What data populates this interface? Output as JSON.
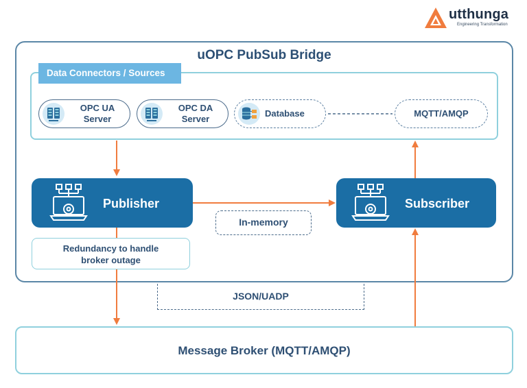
{
  "logo": {
    "word": "utthunga",
    "tagline": "Engineering Transformation"
  },
  "bridge": {
    "title": "uOPC PubSub Bridge"
  },
  "connectors": {
    "label": "Data Connectors / Sources",
    "items": [
      {
        "line1": "OPC UA",
        "line2": "Server",
        "icon": "server-icon"
      },
      {
        "line1": "OPC DA",
        "line2": "Server",
        "icon": "server-icon"
      },
      {
        "line1": "Database",
        "icon": "database-icon"
      },
      {
        "line1": "MQTT/AMQP"
      }
    ]
  },
  "publisher": {
    "label": "Publisher",
    "icon": "publisher-laptop-gear-icon"
  },
  "subscriber": {
    "label": "Subscriber",
    "icon": "subscriber-laptop-gear-icon"
  },
  "redundancy": {
    "line1": "Redundancy to handle",
    "line2": "broker outage"
  },
  "in_memory": {
    "label": "In-memory"
  },
  "json": {
    "label": "JSON/UADP"
  },
  "broker": {
    "label": "Message Broker (MQTT/AMQP)"
  },
  "colors": {
    "arrow": "#f07c3e",
    "box_fill": "#1b6ea5",
    "border_dark": "#5a86a6",
    "border_light": "#8fd0dd",
    "label_fill": "#6cb6e2",
    "logo_orange": "#f07c3e"
  }
}
